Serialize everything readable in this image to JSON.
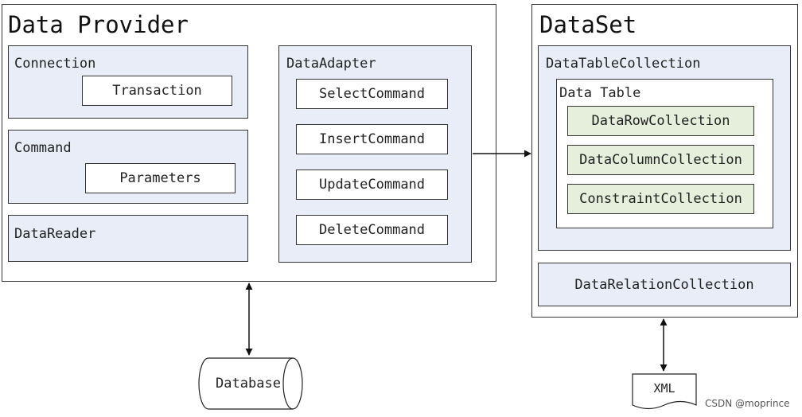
{
  "data_provider": {
    "title": "Data Provider",
    "connection": {
      "label": "Connection",
      "child": "Transaction"
    },
    "command": {
      "label": "Command",
      "child": "Parameters"
    },
    "datareader": {
      "label": "DataReader"
    },
    "dataadapter": {
      "label": "DataAdapter",
      "commands": [
        "SelectCommand",
        "InsertCommand",
        "UpdateCommand",
        "DeleteCommand"
      ]
    }
  },
  "dataset": {
    "title": "DataSet",
    "datatablecollection": {
      "label": "DataTableCollection",
      "datatable": {
        "label": "Data Table",
        "items": [
          "DataRowCollection",
          "DataColumnCollection",
          "ConstraintCollection"
        ]
      }
    },
    "relations": "DataRelationCollection"
  },
  "database": "Database",
  "xml": "XML",
  "watermark": "CSDN @moprince"
}
